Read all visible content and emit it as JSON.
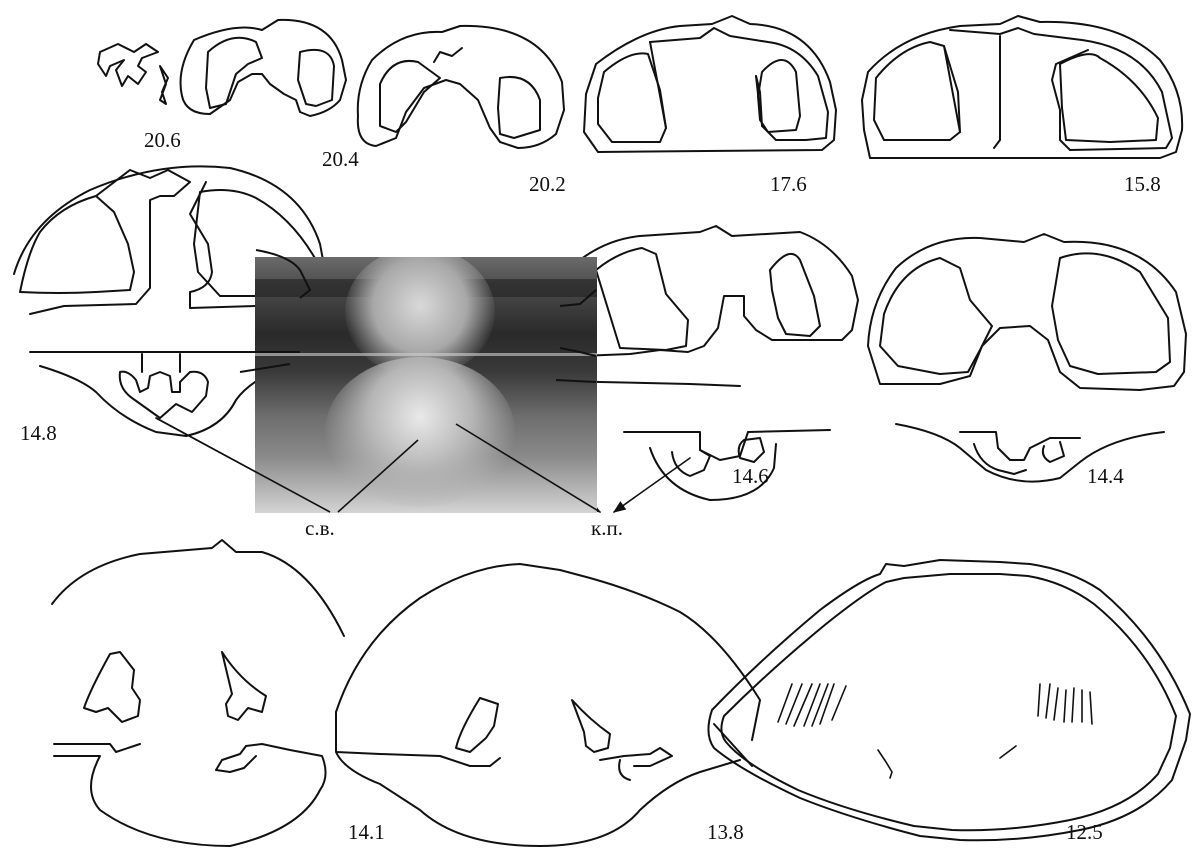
{
  "figure": {
    "section_labels": {
      "s20_6": "20.6",
      "s20_4": "20.4",
      "s20_2": "20.2",
      "s17_6": "17.6",
      "s15_8": "15.8",
      "s14_8": "14.8",
      "s14_6": "14.6",
      "s14_4": "14.4",
      "s14_1": "14.1",
      "s13_8": "13.8",
      "s12_5": "12.5"
    },
    "annotations": {
      "sv": "с.в.",
      "kp": "к.п."
    }
  }
}
